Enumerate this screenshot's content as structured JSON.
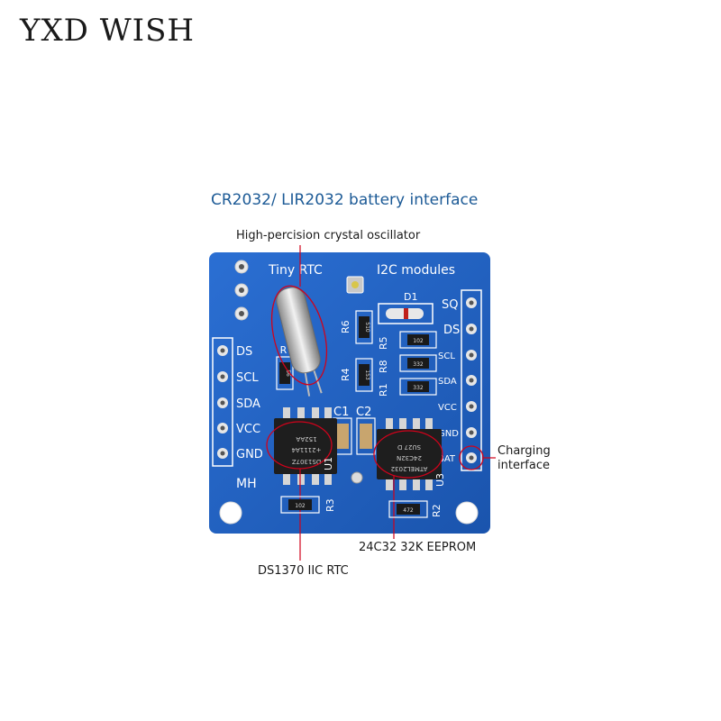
{
  "brand": {
    "text": "YXD WISH"
  },
  "headline": {
    "text": "CR2032/ LIR2032 battery interface"
  },
  "callouts": {
    "crystal": "High-percision crystal oscillator",
    "charging_line1": "Charging",
    "charging_line2": "interface",
    "eeprom": "24C32 32K EEPROM",
    "rtc": "DS1370 IIC RTC"
  },
  "board": {
    "title_left": "Tiny RTC",
    "title_right": "I2C  modules",
    "corner_label": "MH",
    "left_header_pins": [
      "DS",
      "SCL",
      "SDA",
      "VCC",
      "GND"
    ],
    "right_header_pins": [
      "SQ",
      "DS",
      "SCL",
      "SDA",
      "VCC",
      "GND",
      "BAT"
    ],
    "component_labels": [
      "D1",
      "R6",
      "R5",
      "R8",
      "R1",
      "R4",
      "R7",
      "C1",
      "C2",
      "U1",
      "U3",
      "R3",
      "R2"
    ],
    "chip_markings": {
      "u1": [
        "DS1307Z",
        "+2111A4",
        "152AA"
      ],
      "u3": [
        "ATMEL2032",
        "24C32N",
        "SU27 D"
      ]
    },
    "resistor_codes": [
      "510",
      "102",
      "332",
      "332",
      "153",
      "56",
      "102",
      "472"
    ]
  },
  "colors": {
    "pcb": "#1f5fc0",
    "silkscreen": "#ffffff",
    "headline": "#1c5a96",
    "callout_circle": "#d0021b"
  }
}
